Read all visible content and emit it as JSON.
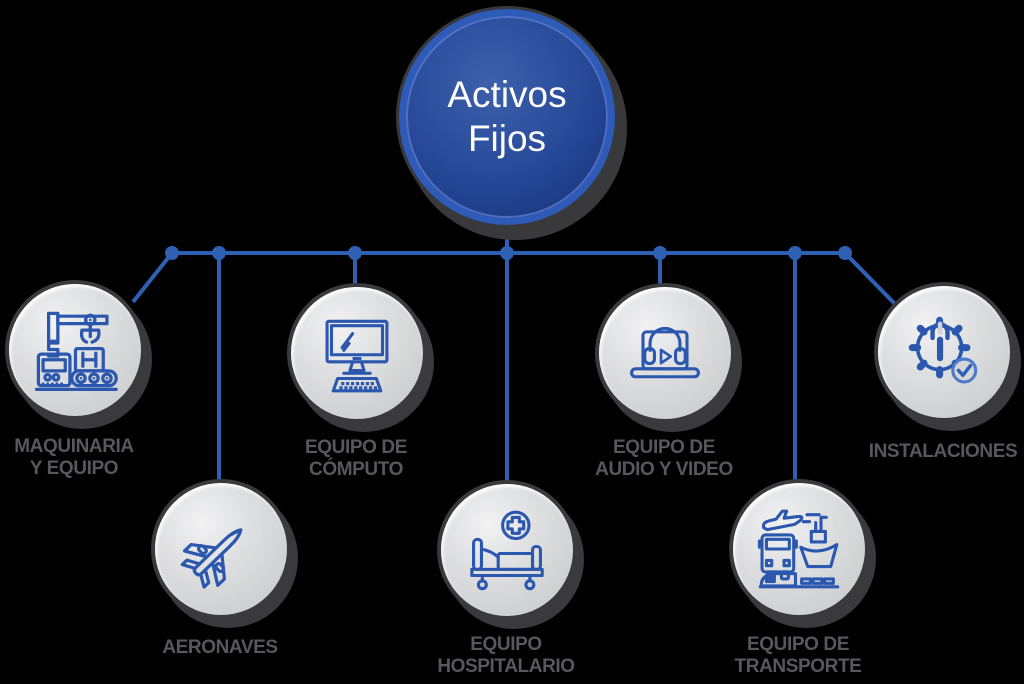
{
  "title": {
    "line1": "Activos",
    "line2": "Fijos"
  },
  "colors": {
    "background": "#010101",
    "connector_blue": "#2e61b4",
    "icon_blue": "#2b57ae",
    "center_ring_blue": "#2d5bb7",
    "center_fill_blue": "#21418e",
    "circle_gray": "#d2d3d5",
    "shadow_gray": "#3a3a3d",
    "label_gray": "#57585b",
    "title_white": "#fdfdfe"
  },
  "nodes": [
    {
      "id": "maquinaria-y-equipo",
      "label_line1": "MAQUINARIA",
      "label_line2": "Y EQUIPO",
      "icon": "machinery-icon"
    },
    {
      "id": "aeronaves",
      "label_line1": "AERONAVES",
      "label_line2": "",
      "icon": "airplane-icon"
    },
    {
      "id": "equipo-de-computo",
      "label_line1": "EQUIPO DE",
      "label_line2": "CÓMPUTO",
      "icon": "desktop-computer-icon"
    },
    {
      "id": "equipo-hospitalario",
      "label_line1": "EQUIPO",
      "label_line2": "HOSPITALARIO",
      "icon": "hospital-bed-icon"
    },
    {
      "id": "equipo-de-audio-y-video",
      "label_line1": "EQUIPO DE",
      "label_line2": "AUDIO Y VIDEO",
      "icon": "audio-video-icon"
    },
    {
      "id": "equipo-de-transporte",
      "label_line1": "EQUIPO DE",
      "label_line2": "TRANSPORTE",
      "icon": "transport-icon"
    },
    {
      "id": "instalaciones",
      "label_line1": "INSTALACIONES",
      "label_line2": "",
      "icon": "gear-wrench-icon"
    }
  ]
}
